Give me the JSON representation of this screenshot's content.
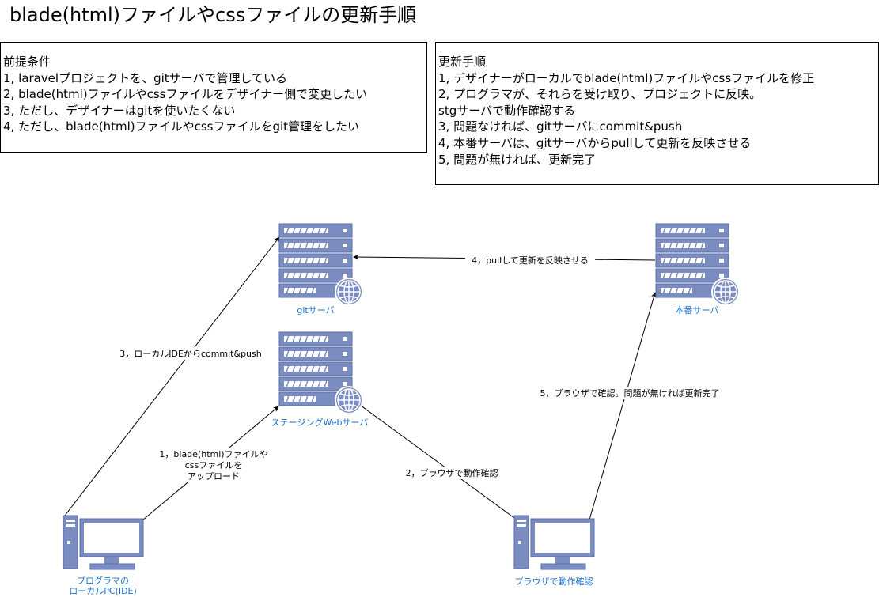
{
  "title": "blade(html)ファイルやcssファイルの更新手順",
  "prerequisites": {
    "heading": "前提条件",
    "lines": [
      "1, laravelプロジェクトを、gitサーバで管理している",
      "2, blade(html)ファイルやcssファイルをデザイナー側で変更したい",
      "3, ただし、デザイナーはgitを使いたくない",
      "4, ただし、blade(html)ファイルやcssファイルをgit管理をしたい"
    ]
  },
  "procedure": {
    "heading": "更新手順",
    "lines": [
      "1, デザイナーがローカルでblade(html)ファイルやcssファイルを修正",
      "2, プログラマが、それらを受け取り、プロジェクトに反映。",
      "stgサーバで動作確認する",
      "3, 問題なければ、gitサーバにcommit&push",
      "4, 本番サーバは、gitサーバからpullして更新を反映させる",
      "5, 問題が無ければ、更新完了"
    ]
  },
  "nodes": {
    "git_server": "gitサーバ",
    "prod_server": "本番サーバ",
    "staging_server": "ステージングWebサーバ",
    "local_pc": [
      "プログラマの",
      "ローカルPC(IDE)"
    ],
    "browser_pc": "ブラウザで動作確認"
  },
  "edges": {
    "upload": [
      "1，blade(html)ファイルや",
      "cssファイルを",
      "アップロード"
    ],
    "browser_check": "2，ブラウザで動作確認",
    "commit_push": "3，ローカルIDEからcommit&push",
    "pull": "4，pullして更新を反映させる",
    "prod_check": "5，ブラウザで確認。問題が無ければ更新完了"
  },
  "colors": {
    "icon_fill": "#7b8cc0",
    "icon_stroke": "#5a6ea8",
    "label": "#1a6fc4"
  },
  "icons": {
    "server": "server-with-globe-icon",
    "computer": "desktop-computer-icon"
  }
}
